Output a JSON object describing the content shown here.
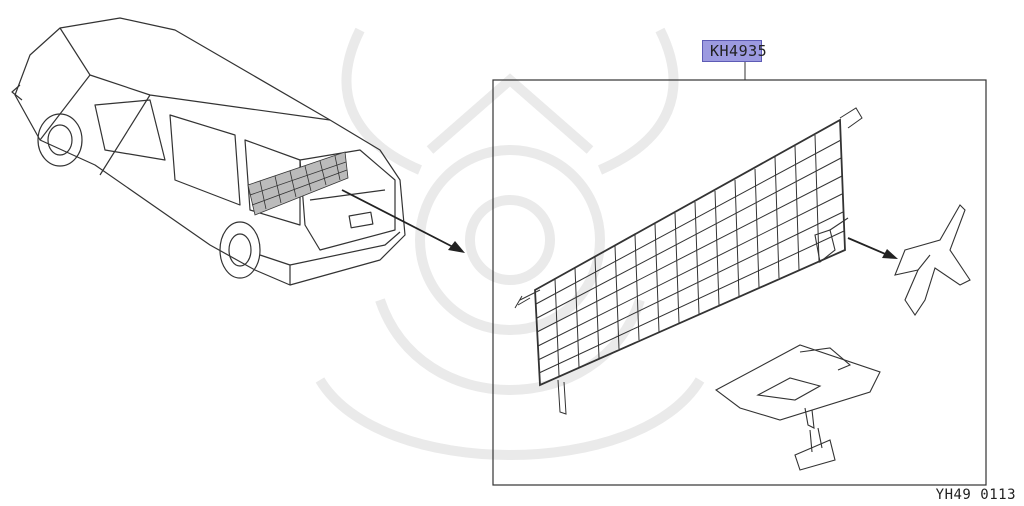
{
  "part_label": "KH4935",
  "figure_code": "YH49 0113",
  "colors": {
    "highlight": "#9c9ae0",
    "line": "#222222",
    "watermark": "#ececec"
  },
  "icons": [
    "watermark-emblem",
    "vehicle-drawing",
    "cargo-net-drawing",
    "hook-clip-drawing",
    "floor-bracket-drawing"
  ]
}
